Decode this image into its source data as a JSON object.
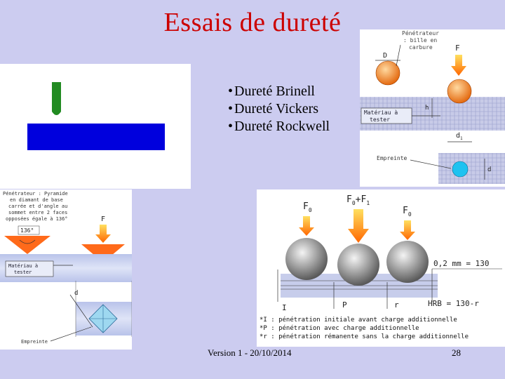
{
  "slide": {
    "title": "Essais de dureté",
    "bullets": [
      "Dureté Brinell",
      "Dureté Vickers",
      "Dureté Rockwell"
    ],
    "footer_version": "Version 1 - 20/10/2014",
    "page_number": "28"
  },
  "brinell_figure": {
    "indenter_label_1": "Pénétrateur",
    "indenter_label_2": ": bille en",
    "indenter_label_3": "carbure",
    "diameter_label": "D",
    "force_label": "F",
    "material_label_1": "Matériau à",
    "material_label_2": "tester",
    "h_label": "h",
    "d1_label": "d",
    "d1_sub": "1",
    "d_label": "d",
    "imprint_label": "Empreinte"
  },
  "vickers_figure": {
    "indenter_label_1": "Pénétrateur : Pyramide",
    "indenter_label_2": "en diamant de base",
    "indenter_label_3": "carrée et d'angle au",
    "indenter_label_4": "sommet entre 2 faces",
    "indenter_label_5": "opposées égale à 136°",
    "angle_label": "136°",
    "force_label": "F",
    "material_label_1": "Matériau à",
    "material_label_2": "tester",
    "d_label": "d",
    "imprint_label": "Empreinte"
  },
  "rockwell_figure": {
    "f0_label_1": "F",
    "f0_sub_1": "0",
    "f0f1_label": "F",
    "f0f1_sub_a": "0",
    "f0f1_plus": "+F",
    "f0f1_sub_b": "1",
    "f0_label_2": "F",
    "f0_sub_2": "0",
    "scale_label": "0,2 mm = 130",
    "i_label": "I",
    "p_label": "P",
    "r_label": "r",
    "hrb_label": "HRB = 130-r",
    "legend_1": "*I : pénétration initiale avant charge additionnelle",
    "legend_2": "*P : pénétration avec charge additionnelle",
    "legend_3": "*r : pénétration rémanente sans la charge additionnelle"
  },
  "colors": {
    "title": "#cc0000",
    "background": "#ccccf0",
    "indenter_green": "#228b22",
    "block_blue": "#0000dd",
    "arrow_orange": "#ff6600"
  }
}
